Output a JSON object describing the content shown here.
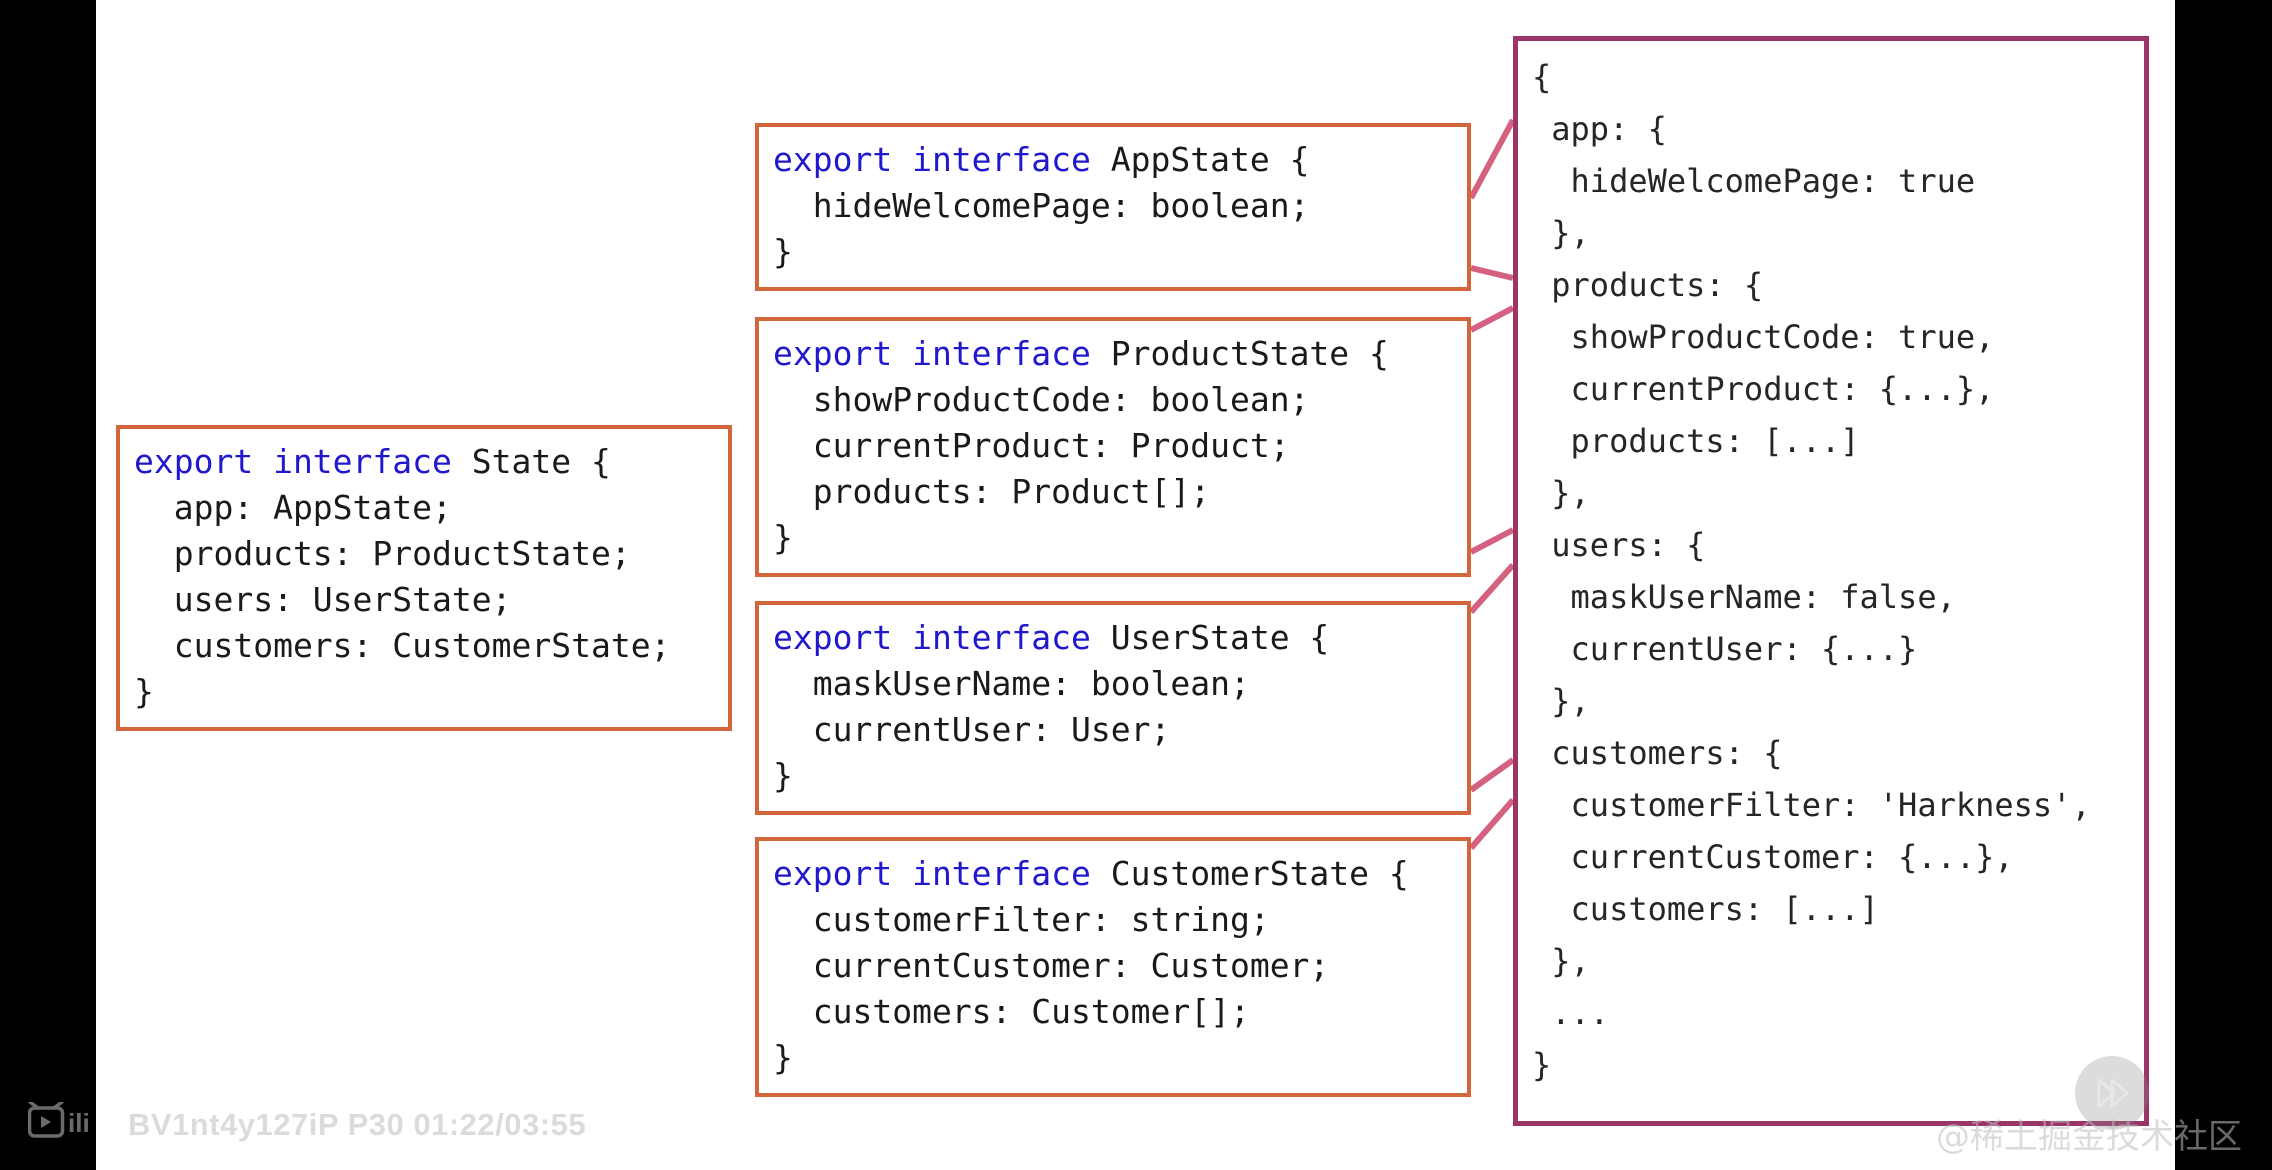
{
  "frame": {
    "background": "#ffffff",
    "letterbox_color": "#000000"
  },
  "colors": {
    "interface_box_border": "#d2653a",
    "store_box_border": "#9b3568",
    "keyword_blue": "#2018cc",
    "connector_pink": "#d4617f",
    "code_text": "#1a1a1a"
  },
  "left_interface": {
    "title": "State",
    "lines": [
      {
        "keyword": "export interface",
        "rest": " State {"
      },
      {
        "keyword": "",
        "rest": "  app: AppState;"
      },
      {
        "keyword": "",
        "rest": "  products: ProductState;"
      },
      {
        "keyword": "",
        "rest": "  users: UserState;"
      },
      {
        "keyword": "",
        "rest": "  customers: CustomerState;"
      },
      {
        "keyword": "",
        "rest": "}"
      }
    ],
    "full_text": "export interface State {\n  app: AppState;\n  products: ProductState;\n  users: UserState;\n  customers: CustomerState;\n}"
  },
  "slice_interfaces": [
    {
      "id": "appstate",
      "name": "AppState",
      "keyword": "export interface",
      "header_rest": " AppState {",
      "body": "  hideWelcomePage: boolean;\n}",
      "members": [
        {
          "name": "hideWelcomePage",
          "type": "boolean"
        }
      ]
    },
    {
      "id": "productstate",
      "name": "ProductState",
      "keyword": "export interface",
      "header_rest": " ProductState {",
      "body": "  showProductCode: boolean;\n  currentProduct: Product;\n  products: Product[];\n}",
      "members": [
        {
          "name": "showProductCode",
          "type": "boolean"
        },
        {
          "name": "currentProduct",
          "type": "Product"
        },
        {
          "name": "products",
          "type": "Product[]"
        }
      ]
    },
    {
      "id": "userstate",
      "name": "UserState",
      "keyword": "export interface",
      "header_rest": " UserState {",
      "body": "  maskUserName: boolean;\n  currentUser: User;\n}",
      "members": [
        {
          "name": "maskUserName",
          "type": "boolean"
        },
        {
          "name": "currentUser",
          "type": "User"
        }
      ]
    },
    {
      "id": "customerstate",
      "name": "CustomerState",
      "keyword": "export interface",
      "header_rest": " CustomerState {",
      "body": "  customerFilter: string;\n  currentCustomer: Customer;\n  customers: Customer[];\n}",
      "members": [
        {
          "name": "customerFilter",
          "type": "string"
        },
        {
          "name": "currentCustomer",
          "type": "Customer"
        },
        {
          "name": "customers",
          "type": "Customer[]"
        }
      ]
    }
  ],
  "store_state": {
    "text": "{\n app: {\n  hideWelcomePage: true\n },\n products: {\n  showProductCode: true,\n  currentProduct: {...},\n  products: [...]\n },\n users: {\n  maskUserName: false,\n  currentUser: {...}\n },\n customers: {\n  customerFilter: 'Harkness',\n  currentCustomer: {...},\n  customers: [...]\n },\n ...\n}",
    "lines": [
      "{",
      " app: {",
      "  hideWelcomePage: true",
      " },",
      " products: {",
      "  showProductCode: true,",
      "  currentProduct: {...},",
      "  products: [...]",
      " },",
      " users: {",
      "  maskUserName: false,",
      "  currentUser: {...}",
      " },",
      " customers: {",
      "  customerFilter: 'Harkness',",
      "  currentCustomer: {...},",
      "  customers: [...]",
      " },",
      " ...",
      "}"
    ],
    "values": {
      "app.hideWelcomePage": "true",
      "products.showProductCode": "true",
      "products.currentProduct": "{...}",
      "products.products": "[...]",
      "users.maskUserName": "false",
      "users.currentUser": "{...}",
      "customers.customerFilter": "'Harkness'",
      "customers.currentCustomer": "{...}",
      "customers.customers": "[...]",
      "more": "..."
    }
  },
  "player_overlay": {
    "bilibili_logo_name": "bilibili-logo",
    "video_id_and_time": "BV1nt4y127iP P30 01:22/03:55",
    "next_badge_icon": "play-next-icon",
    "site_watermark": "@稀土掘金技术社区"
  }
}
